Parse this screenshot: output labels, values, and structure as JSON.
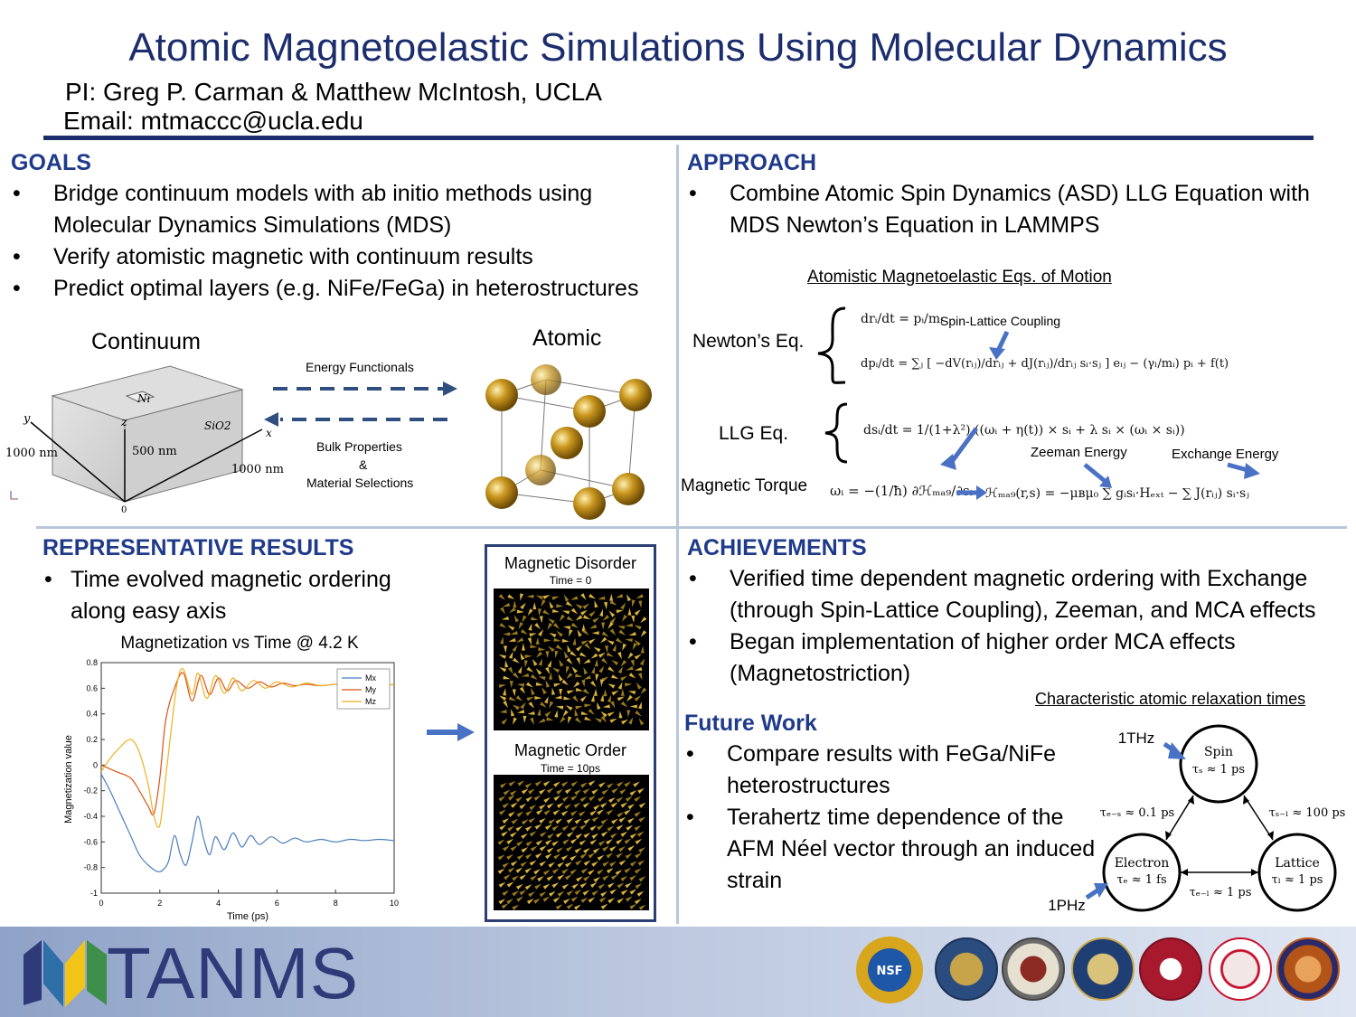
{
  "header": {
    "title": "Atomic Magnetoelastic Simulations Using Molecular Dynamics",
    "pi": "PI: Greg P. Carman & Matthew McIntosh, UCLA",
    "email": "Email: mtmaccc@ucla.edu"
  },
  "goals": {
    "heading": "GOALS",
    "bullets": [
      "Bridge continuum models with ab initio methods using Molecular Dynamics Simulations (MDS)",
      "Verify atomistic magnetic with continuum results",
      "Predict optimal layers (e.g. NiFe/FeGa) in heterostructures"
    ],
    "continuum_label": "Continuum",
    "atomic_label": "Atomic",
    "energy_functionals": "Energy Functionals",
    "bulk_properties": "Bulk Properties",
    "ampersand": "&",
    "material_selections": "Material Selections",
    "box": {
      "ni": "Ni",
      "sio2": "SiO2",
      "y": "y",
      "z": "z",
      "x": "x",
      "dim_left": "1000 nm",
      "dim_mid": "500 nm",
      "dim_right": "1000 nm",
      "zero": "0"
    }
  },
  "approach": {
    "heading": "APPROACH",
    "bullets": [
      "Combine Atomic Spin Dynamics (ASD) LLG Equation with MDS Newton’s Equation in LAMMPS"
    ],
    "eq_title": "Atomistic Magnetoelastic Eqs. of Motion",
    "newton_label": "Newton’s Eq.",
    "llg_label": "LLG Eq.",
    "torque_label": "Magnetic Torque",
    "spin_lattice": "Spin-Lattice Coupling",
    "zeeman": "Zeeman Energy",
    "exchange": "Exchange Energy",
    "eq1": "drᵢ/dt = pᵢ/mᵢ",
    "eq2": "dpᵢ/dt = ∑ⱼ [ −dV(rᵢⱼ)/drᵢⱼ + dJ(rᵢⱼ)/drᵢⱼ sᵢ·sⱼ ] eᵢⱼ − (γₗ/mᵢ) pᵢ + f(t)",
    "eq3": "dsᵢ/dt = 1/(1+λ²) ((ωᵢ + η(t)) × sᵢ + λ sᵢ × (ωᵢ × sᵢ))",
    "eq4": "ωᵢ = −(1/ħ) ∂ℋₘₐ₉/∂sᵢ",
    "eq5": "ℋₘₐ₉(r,s) = −μʙμ₀ ∑ gᵢsᵢ·Hₑₓₜ − ∑ J(rᵢⱼ) sᵢ·sⱼ"
  },
  "results": {
    "heading": "REPRESENTATIVE RESULTS",
    "bullets": [
      "Time evolved magnetic ordering along easy axis"
    ],
    "disorder_title": "Magnetic Disorder",
    "disorder_time": "Time = 0",
    "order_title": "Magnetic Order",
    "order_time": "Time = 10ps"
  },
  "chart_data": {
    "type": "line",
    "title": "Magnetization vs Time @ 4.2 K",
    "xlabel": "Time (ps)",
    "ylabel": "Magnetization value",
    "xlim": [
      0,
      10
    ],
    "ylim": [
      -1,
      0.8
    ],
    "xticks": [
      "0",
      "2",
      "4",
      "6",
      "8",
      "10"
    ],
    "yticks": [
      "0.8",
      "0.6",
      "0.4",
      "0.2",
      "0",
      "-0.2",
      "-0.4",
      "-0.6",
      "-0.8",
      "-1"
    ],
    "legend": "top-right",
    "series": [
      {
        "name": "Mx",
        "color": "#4a7ebb",
        "x": [
          0,
          0.3,
          0.6,
          1,
          1.3,
          1.6,
          1.9,
          2.1,
          2.3,
          2.5,
          2.7,
          2.9,
          3.1,
          3.3,
          3.5,
          3.7,
          3.9,
          4.2,
          4.5,
          4.8,
          5.1,
          5.4,
          5.8,
          6.2,
          6.6,
          7,
          7.5,
          8,
          8.5,
          9,
          9.5,
          10
        ],
        "y": [
          -0.07,
          -0.2,
          -0.35,
          -0.55,
          -0.7,
          -0.78,
          -0.83,
          -0.82,
          -0.75,
          -0.55,
          -0.7,
          -0.78,
          -0.6,
          -0.4,
          -0.58,
          -0.7,
          -0.56,
          -0.66,
          -0.53,
          -0.64,
          -0.55,
          -0.62,
          -0.56,
          -0.61,
          -0.57,
          -0.6,
          -0.58,
          -0.6,
          -0.58,
          -0.59,
          -0.58,
          -0.59
        ]
      },
      {
        "name": "My",
        "color": "#d95319",
        "x": [
          0,
          0.5,
          1,
          1.3,
          1.6,
          1.8,
          2,
          2.2,
          2.5,
          2.8,
          3.1,
          3.4,
          3.7,
          4,
          4.3,
          4.6,
          5,
          5.4,
          5.8,
          6.2,
          6.6,
          7,
          7.5,
          8,
          8.5,
          9,
          9.5,
          10
        ],
        "y": [
          0,
          -0.05,
          -0.1,
          -0.2,
          -0.32,
          -0.38,
          -0.1,
          0.35,
          0.6,
          0.72,
          0.5,
          0.7,
          0.55,
          0.68,
          0.58,
          0.66,
          0.6,
          0.65,
          0.61,
          0.64,
          0.62,
          0.63,
          0.62,
          0.63,
          0.62,
          0.63,
          0.62,
          0.63
        ]
      },
      {
        "name": "Mz",
        "color": "#edb120",
        "x": [
          0,
          0.3,
          0.6,
          1,
          1.3,
          1.6,
          1.8,
          2,
          2.2,
          2.4,
          2.6,
          2.8,
          3.1,
          3.3,
          3.6,
          3.9,
          4.2,
          4.5,
          4.8,
          5.2,
          5.6,
          6,
          6.5,
          7,
          7.5,
          8,
          8.5,
          9,
          9.5,
          10
        ],
        "y": [
          -0.05,
          0.05,
          0.13,
          0.2,
          0.1,
          -0.15,
          -0.4,
          -0.47,
          -0.1,
          0.3,
          0.65,
          0.75,
          0.55,
          0.72,
          0.52,
          0.7,
          0.56,
          0.68,
          0.58,
          0.66,
          0.6,
          0.65,
          0.61,
          0.64,
          0.62,
          0.63,
          0.62,
          0.63,
          0.62,
          0.63
        ]
      }
    ]
  },
  "achievements": {
    "heading": "ACHIEVEMENTS",
    "bullets": [
      "Verified time dependent magnetic ordering with Exchange (through Spin-Lattice Coupling), Zeeman, and MCA effects",
      "Began implementation of higher order MCA effects (Magnetostriction)"
    ]
  },
  "future": {
    "heading": "Future Work",
    "bullets": [
      "Compare results with FeGa/NiFe heterostructures",
      "Terahertz time dependence of the AFM Néel vector through an induced strain"
    ]
  },
  "relax": {
    "title": "Characteristic atomic relaxation times",
    "spin": "Spin",
    "spin_tau": "τₛ ≈ 1 ps",
    "electron": "Electron",
    "electron_tau": "τₑ ≈ 1 fs",
    "lattice": "Lattice",
    "lattice_tau": "τₗ ≈ 1 ps",
    "es": "τₑ₋ₛ ≈ 0.1 ps",
    "sl": "τₛ₋ₗ ≈ 100 ps",
    "el": "τₑ₋ₗ ≈ 1 ps",
    "thz": "1THz",
    "phz": "1PHz"
  },
  "footer": {
    "logo": "TANMS",
    "nsf": "NSF"
  },
  "colors": {
    "title": "#1c2d6e",
    "heading": "#1f3a8a",
    "arrow": "#4a72c4",
    "gold": "#b8860b"
  }
}
